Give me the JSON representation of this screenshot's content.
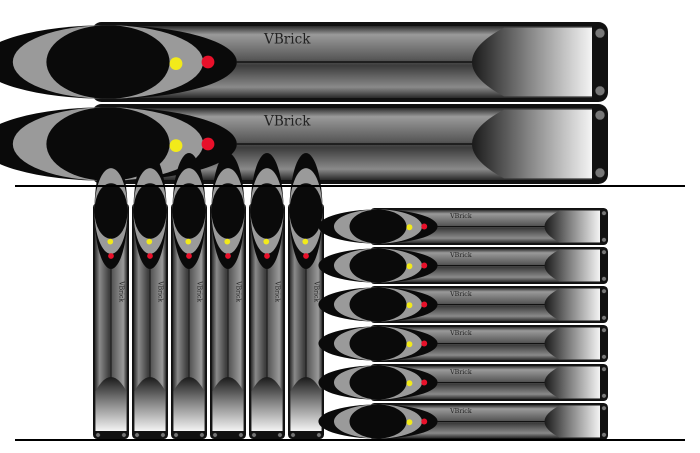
{
  "brand": {
    "logo_text": "VBrick"
  },
  "colors": {
    "led_power": "#f2ea1a",
    "led_status": "#e8102a",
    "chassis": "#111111",
    "faceplate_light": "#e6e6e6",
    "faceplate_dark": "#3a3a3a",
    "shelf_line": "#000000"
  },
  "racks": {
    "stacked_large_units": 2,
    "vertical_units": 6,
    "stacked_small_units": 6
  }
}
